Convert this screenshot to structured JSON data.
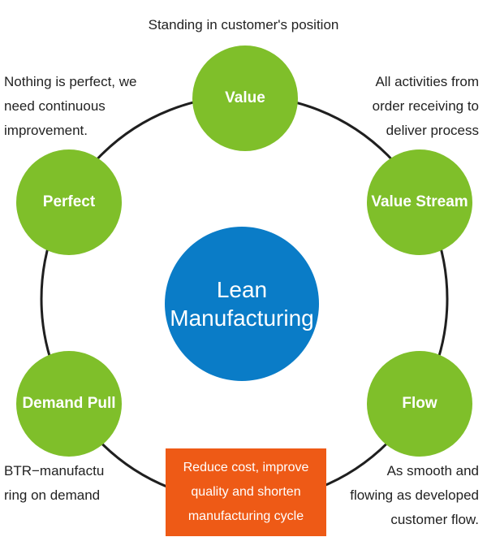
{
  "colors": {
    "node_green": "#7fbf2a",
    "center_blue": "#0a7cc7",
    "box_orange": "#ee5a16",
    "ring": "#1f1f1f"
  },
  "center": {
    "lines": [
      "Lean",
      "Manufacturing"
    ]
  },
  "nodes": {
    "value": "Value",
    "value_stream": "Value Stream",
    "flow": "Flow",
    "demand_pull": "Demand Pull",
    "perfect": "Perfect"
  },
  "notes": {
    "value": [
      "Standing in customer's position"
    ],
    "value_stream": [
      "All activities from",
      "order receiving to",
      "deliver process"
    ],
    "flow": [
      "As smooth and",
      "flowing as developed",
      "customer flow."
    ],
    "demand_pull": [
      "BTR−manufactu",
      "ring on demand"
    ],
    "perfect": [
      "Nothing is perfect, we",
      "need continuous",
      "improvement."
    ]
  },
  "box": {
    "lines": [
      "Reduce cost, improve",
      "quality and shorten",
      "manufacturing cycle"
    ]
  }
}
